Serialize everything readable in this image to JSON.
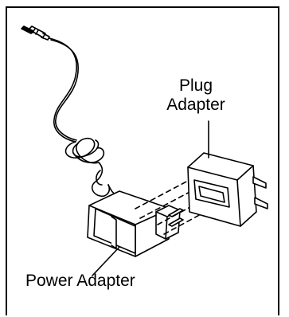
{
  "diagram": {
    "labels": {
      "plug_adapter_line1": "Plug",
      "plug_adapter_line2": "Adapter",
      "power_adapter": "Power Adapter"
    },
    "colors": {
      "line": "#000000",
      "background": "#ffffff"
    },
    "icons": [
      "dc-barrel-plug",
      "coiled-cable",
      "power-adapter-body",
      "plug-adapter-body",
      "leader-line"
    ]
  }
}
